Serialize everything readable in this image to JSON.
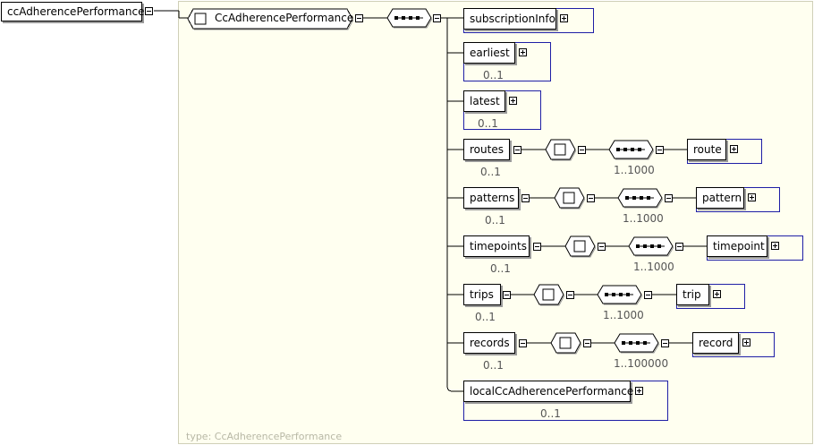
{
  "root_element": {
    "label": "ccAdherencePerformance"
  },
  "complex_type": {
    "label": "CcAdherencePerformance"
  },
  "type_caption": "type: CcAdherencePerformance",
  "children": {
    "subscriptionInfo": {
      "label": "subscriptionInfo",
      "cardinality": ""
    },
    "earliest": {
      "label": "earliest",
      "cardinality": "0..1"
    },
    "latest": {
      "label": "latest",
      "cardinality": "0..1"
    },
    "routes": {
      "label": "routes",
      "cardinality": "0..1",
      "seq_cardinality": "1..1000",
      "item": "route"
    },
    "patterns": {
      "label": "patterns",
      "cardinality": "0..1",
      "seq_cardinality": "1..1000",
      "item": "pattern"
    },
    "timepoints": {
      "label": "timepoints",
      "cardinality": "0..1",
      "seq_cardinality": "1..1000",
      "item": "timepoint"
    },
    "trips": {
      "label": "trips",
      "cardinality": "0..1",
      "seq_cardinality": "1..1000",
      "item": "trip"
    },
    "records": {
      "label": "records",
      "cardinality": "0..1",
      "seq_cardinality": "1..100000",
      "item": "record"
    },
    "localCcAdherencePerformance": {
      "label": "localCcAdherencePerformance",
      "cardinality": "0..1"
    }
  },
  "colors": {
    "ref_border": "#1f1fa6",
    "type_background": "#fffff0",
    "line": "#000000"
  }
}
